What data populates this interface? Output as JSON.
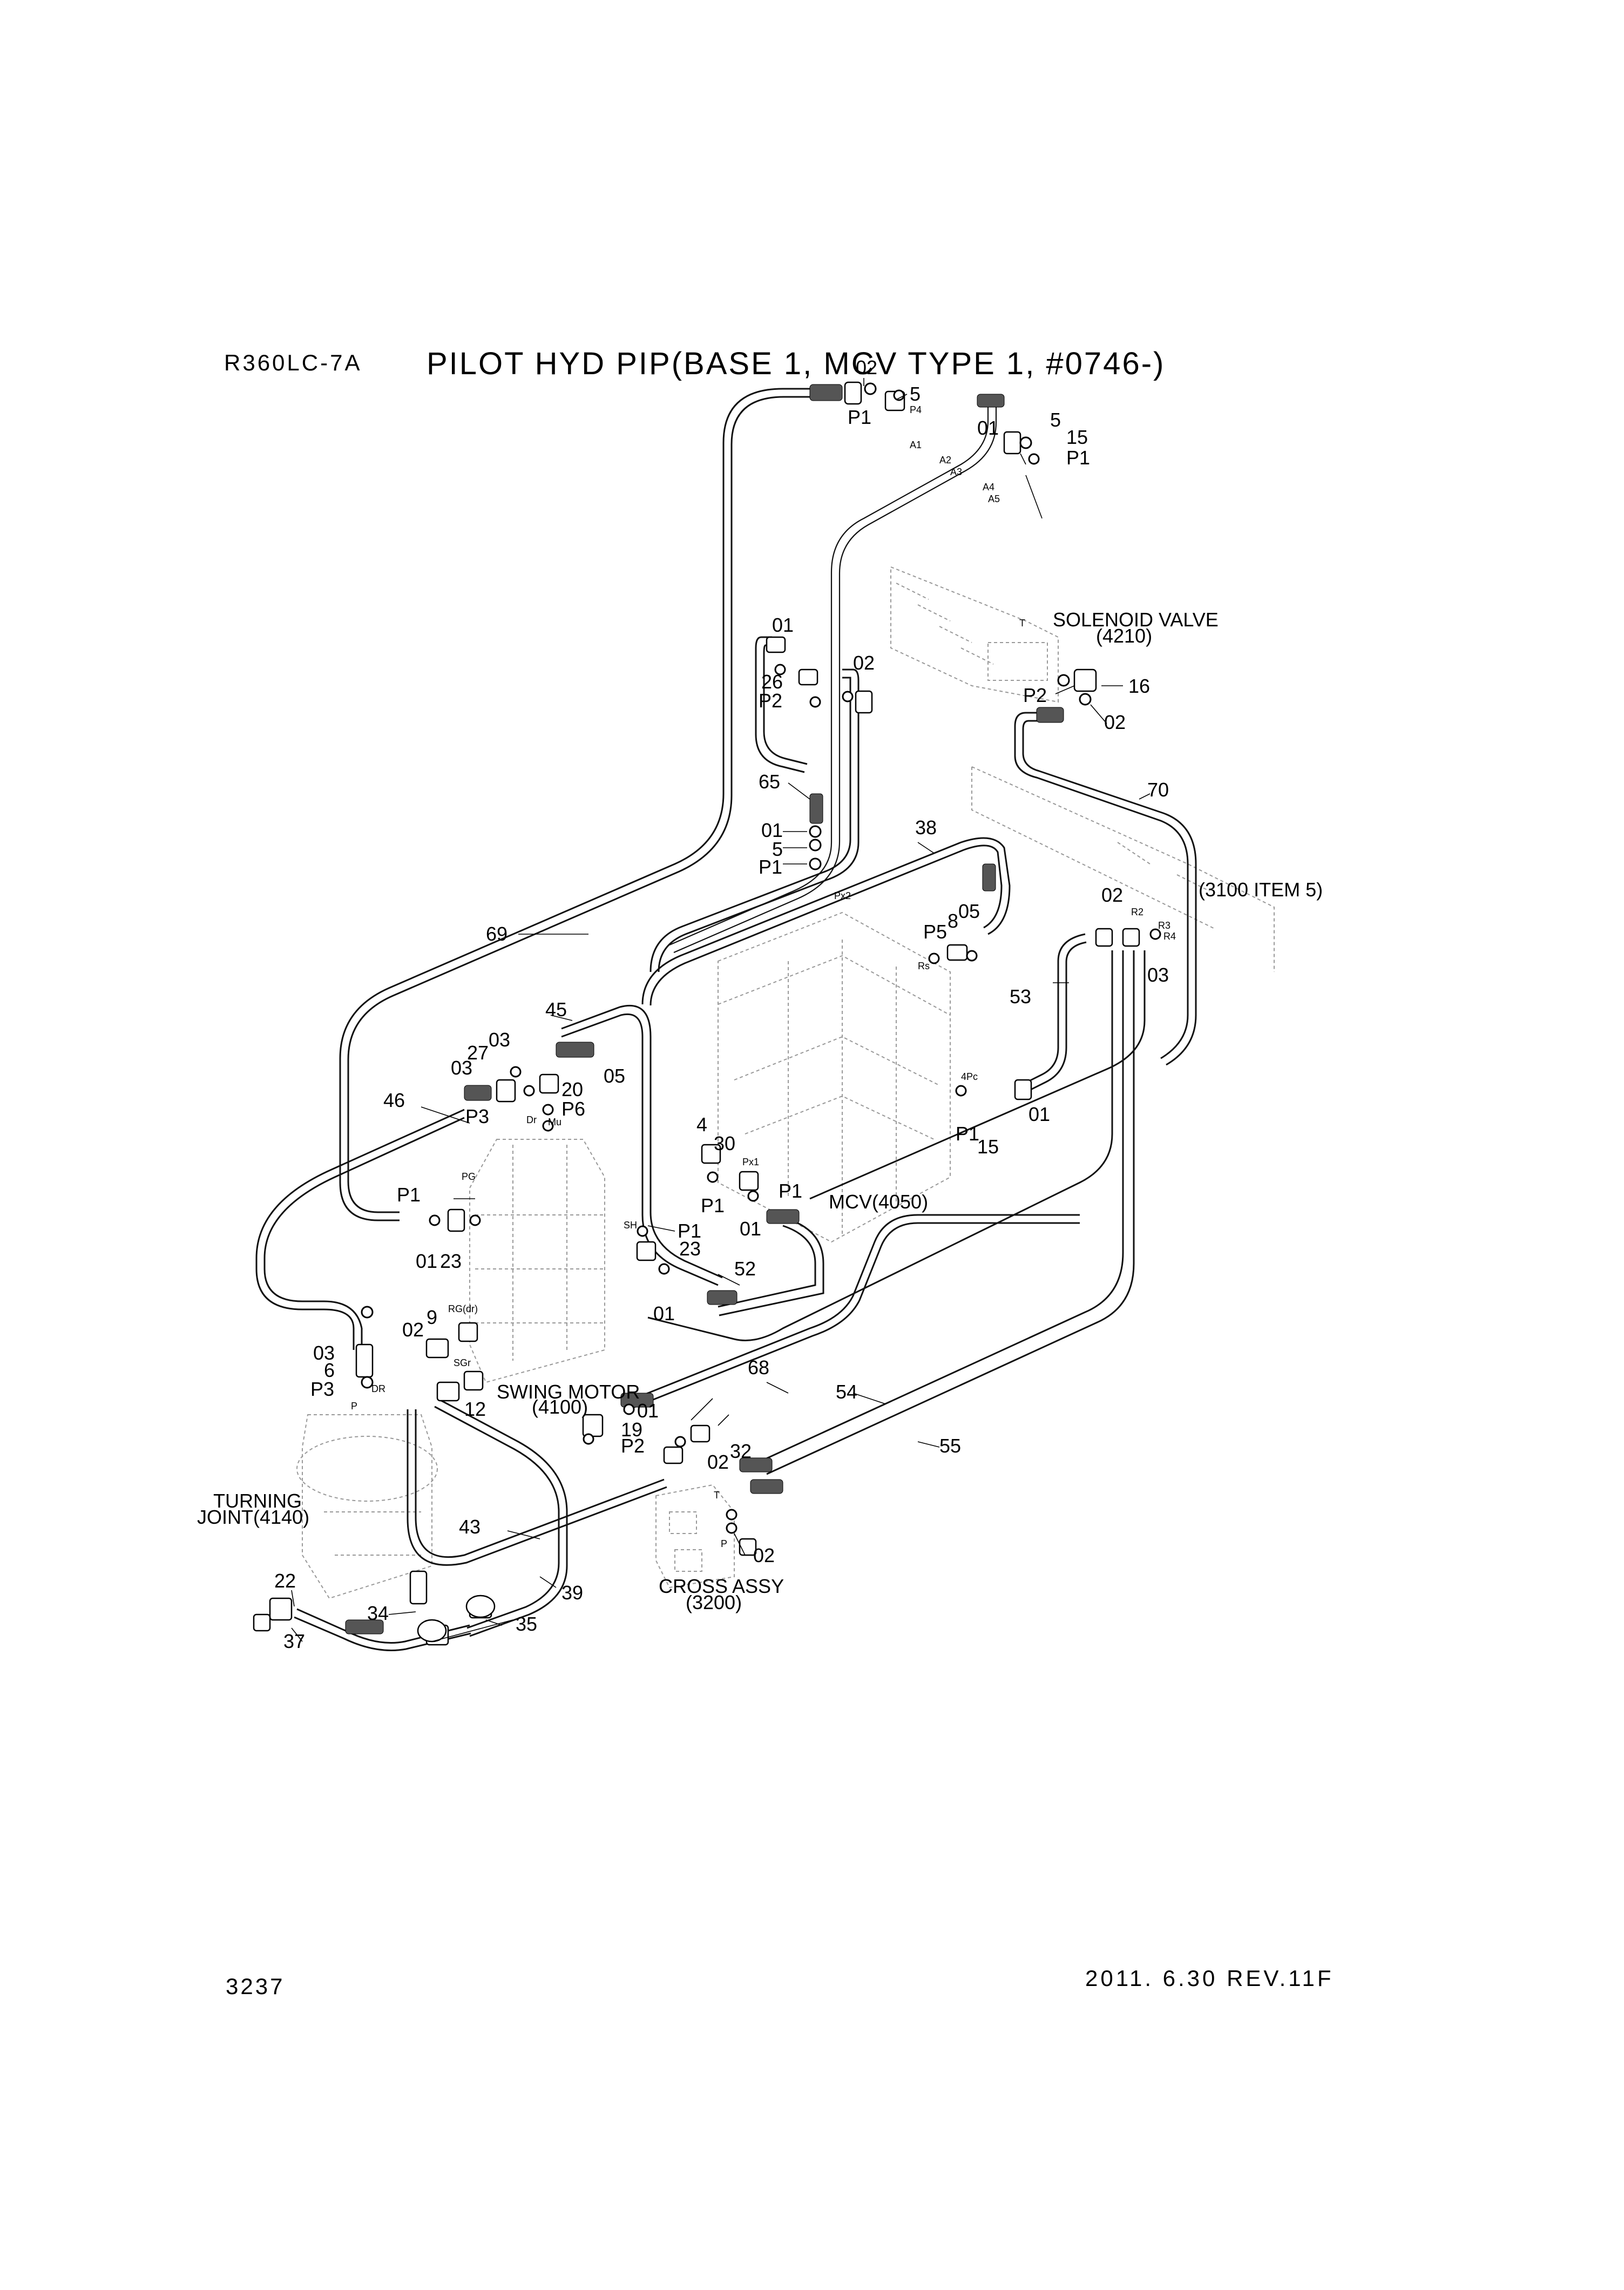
{
  "header": {
    "model": "R360LC-7A",
    "title": "PILOT HYD PIP(BASE 1, MCV TYPE 1, #0746-)"
  },
  "footer": {
    "page_number": "3237",
    "date_revision": "2011. 6.30  REV.11F"
  },
  "components": {
    "solenoid_valve": "SOLENOID VALVE",
    "solenoid_valve_ref": "(4210)",
    "mcv": "MCV(4050)",
    "swing_motor": "SWING MOTOR",
    "swing_motor_ref": "(4100)",
    "turning_joint": "TURNING",
    "turning_joint_ref": "JOINT(4140)",
    "cross_assy": "CROSS ASSY",
    "cross_assy_ref": "(3200)",
    "item_ref": "(3100 ITEM 5)"
  },
  "callouts": {
    "c02_top": "02",
    "c5_top": "5",
    "p1_top": "P1",
    "c01_sol": "01",
    "c5_sol": "5",
    "c15_sol": "15",
    "p1_sol": "P1",
    "c01_l": "01",
    "c02_m": "02",
    "c26": "26",
    "p2_l": "P2",
    "p2_sol": "P2",
    "c16": "16",
    "c02_sol": "02",
    "c65": "65",
    "c01_65": "01",
    "c5_65": "5",
    "p1_65": "P1",
    "c70": "70",
    "c38": "38",
    "c02_r": "02",
    "c05_r": "05",
    "c8": "8",
    "p5": "P5",
    "c03_r": "03",
    "c69": "69",
    "c53": "53",
    "c45": "45",
    "c03_a": "03",
    "c27": "27",
    "c03_b": "03",
    "c05_m": "05",
    "c20": "20",
    "p6": "P6",
    "c46": "46",
    "p3_a": "P3",
    "c4": "4",
    "c30": "30",
    "p1_mcv": "P1",
    "p1_mcv2": "P1",
    "c01_mcv": "01",
    "p1_r": "P1",
    "c15_r": "15",
    "c01_r": "01",
    "p1_pg": "P1",
    "c01_pg": "01",
    "c23_pg": "23",
    "p1_sh": "P1",
    "c23_sh": "23",
    "c52": "52",
    "c01_52": "01",
    "c9": "9",
    "c02_rg": "02",
    "c03_tj": "03",
    "c6": "6",
    "p3_tj": "P3",
    "c68": "68",
    "c12": "12",
    "c01_68": "01",
    "c19": "19",
    "p2_sm": "P2",
    "c02_32": "02",
    "c32": "32",
    "c54": "54",
    "c55": "55",
    "c43": "43",
    "c02_cross": "02",
    "c22": "22",
    "c34": "34",
    "c39": "39",
    "c35": "35",
    "c37": "37"
  },
  "ports": {
    "p4": "P4",
    "a1": "A1",
    "a2": "A2",
    "a3": "A3",
    "a4": "A4",
    "a5": "A5",
    "t_sol": "T",
    "px2": "Px2",
    "rs": "Rs",
    "r2": "R2",
    "r3": "R3",
    "r4": "R4",
    "pc": "4Pc",
    "px1": "Px1",
    "dr_sm": "Dr",
    "mu": "Mu",
    "pg": "PG",
    "sh": "SH",
    "rg": "RG(dr)",
    "sgr": "SGr",
    "dr_tj": "DR",
    "p_tj": "P",
    "t_cross": "T",
    "p_cross": "P"
  }
}
